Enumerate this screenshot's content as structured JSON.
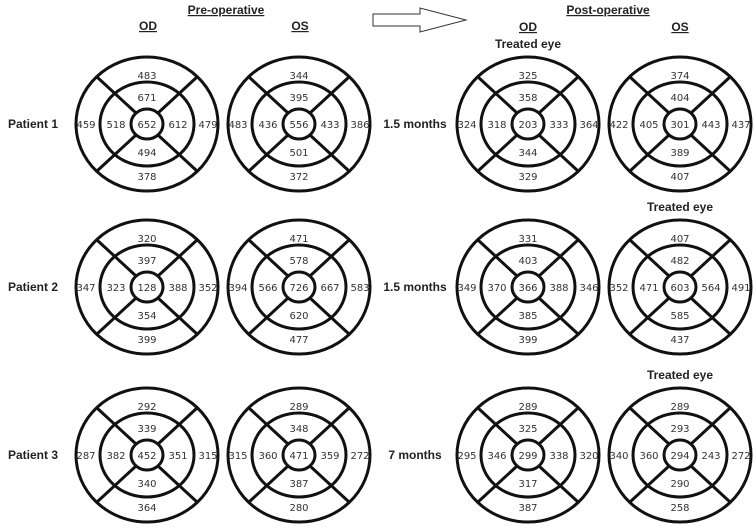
{
  "headers": {
    "pre": "Pre-operative",
    "post": "Post-operative",
    "od": "OD",
    "os": "OS",
    "treated": "Treated eye"
  },
  "colors": {
    "stroke": "#111111",
    "text": "#222222"
  },
  "rows": [
    {
      "label": "Patient 1",
      "post_label": "1.5 months",
      "treated": "post_od",
      "maps": {
        "pre_od": {
          "top_outer": 483,
          "top_inner": 671,
          "left_outer": 459,
          "left_inner": 518,
          "center": 652,
          "right_inner": 612,
          "right_outer": 479,
          "bottom_inner": 494,
          "bottom_outer": 378
        },
        "pre_os": {
          "top_outer": 344,
          "top_inner": 395,
          "left_outer": 483,
          "left_inner": 436,
          "center": 556,
          "right_inner": 433,
          "right_outer": 386,
          "bottom_inner": 501,
          "bottom_outer": 372
        },
        "post_od": {
          "top_outer": 325,
          "top_inner": 358,
          "left_outer": 324,
          "left_inner": 318,
          "center": 203,
          "right_inner": 333,
          "right_outer": 364,
          "bottom_inner": 344,
          "bottom_outer": 329
        },
        "post_os": {
          "top_outer": 374,
          "top_inner": 404,
          "left_outer": 422,
          "left_inner": 405,
          "center": 301,
          "right_inner": 443,
          "right_outer": 437,
          "bottom_inner": 389,
          "bottom_outer": 407
        }
      }
    },
    {
      "label": "Patient 2",
      "post_label": "1.5 months",
      "treated": "post_os",
      "maps": {
        "pre_od": {
          "top_outer": 320,
          "top_inner": 397,
          "left_outer": 347,
          "left_inner": 323,
          "center": 128,
          "right_inner": 388,
          "right_outer": 352,
          "bottom_inner": 354,
          "bottom_outer": 399
        },
        "pre_os": {
          "top_outer": 471,
          "top_inner": 578,
          "left_outer": 394,
          "left_inner": 566,
          "center": 726,
          "right_inner": 667,
          "right_outer": 583,
          "bottom_inner": 620,
          "bottom_outer": 477
        },
        "post_od": {
          "top_outer": 331,
          "top_inner": 403,
          "left_outer": 349,
          "left_inner": 370,
          "center": 366,
          "right_inner": 388,
          "right_outer": 346,
          "bottom_inner": 385,
          "bottom_outer": 399
        },
        "post_os": {
          "top_outer": 407,
          "top_inner": 482,
          "left_outer": 352,
          "left_inner": 471,
          "center": 603,
          "right_inner": 564,
          "right_outer": 491,
          "bottom_inner": 585,
          "bottom_outer": 437
        }
      }
    },
    {
      "label": "Patient 3",
      "post_label": "7 months",
      "treated": "post_os",
      "maps": {
        "pre_od": {
          "top_outer": 292,
          "top_inner": 339,
          "left_outer": 287,
          "left_inner": 382,
          "center": 452,
          "right_inner": 351,
          "right_outer": 315,
          "bottom_inner": 340,
          "bottom_outer": 364
        },
        "pre_os": {
          "top_outer": 289,
          "top_inner": 348,
          "left_outer": 315,
          "left_inner": 360,
          "center": 471,
          "right_inner": 359,
          "right_outer": 272,
          "bottom_inner": 387,
          "bottom_outer": 280
        },
        "post_od": {
          "top_outer": 289,
          "top_inner": 325,
          "left_outer": 295,
          "left_inner": 346,
          "center": 299,
          "right_inner": 338,
          "right_outer": 320,
          "bottom_inner": 317,
          "bottom_outer": 387
        },
        "post_os": {
          "top_outer": 289,
          "top_inner": 293,
          "left_outer": 340,
          "left_inner": 360,
          "center": 294,
          "right_inner": 243,
          "right_outer": 272,
          "bottom_inner": 290,
          "bottom_outer": 258
        }
      }
    }
  ]
}
